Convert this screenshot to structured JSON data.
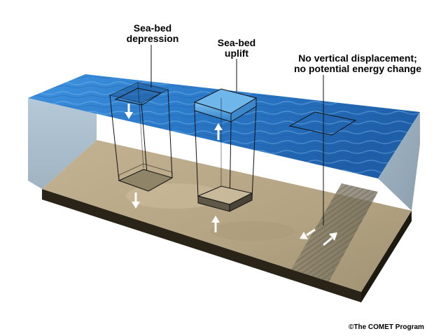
{
  "labels": {
    "depression": {
      "line1": "Sea-bed",
      "line2": "depression"
    },
    "uplift": {
      "line1": "Sea-bed",
      "line2": "uplift"
    },
    "no_displacement": {
      "line1": "No vertical displacement;",
      "line2": "no potential energy change"
    }
  },
  "credit": "©The COMET Program",
  "colors": {
    "water_top": "#2e7fd0",
    "water_wall": "#9fb8cc",
    "seabed": "#b9a888",
    "base_dark": "#2a2418",
    "arrow": "#ffffff"
  },
  "icons": {
    "arrow": "arrow-icon"
  }
}
